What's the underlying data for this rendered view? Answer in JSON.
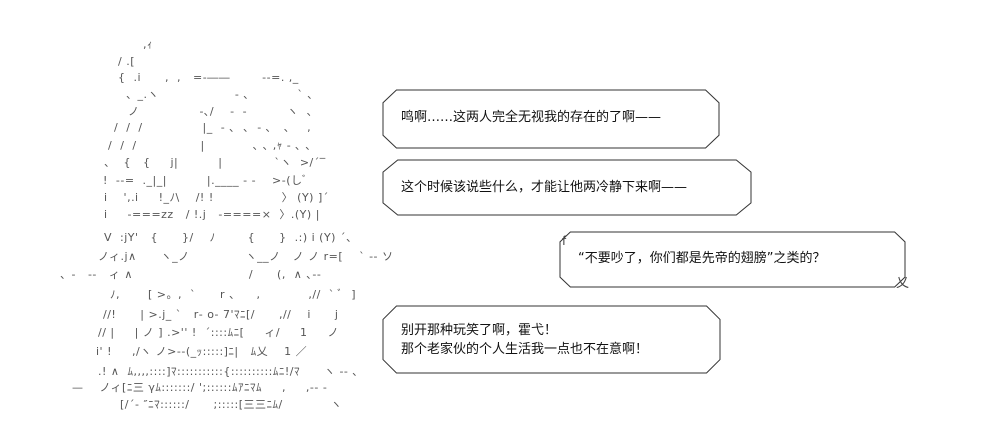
{
  "ascii_art_lines": [
    ",ｨ",
    "/ .[",
    "{  .i      ,  ,   =-――        --=. ,_",
    "、_.ヽ                   ‐ ､            ` ､",
    "ノ               ‐､/    ‐  ‐          ヽ  、",
    "/  /  /               |_  ‐ ､  ､  ‐ ､   、   ,",
    "/  /  /                |            ､ ､ ,ｬ ‐ ､ 、",
    "、  {   {     j|          |             `ヽ  >/´‾",
    "!  ‐‐=  ._|_|          |.____ ‐ ‐    >‐(しﾞ",
    "i    ',.i     !_ﾉ\\    /! !                 〉 (Y) ]´",
    "i     ‐===zz   / !.j   ‐====×  〉.(Y) |",
    "V  :jY'   {      }/    ﾉ        {      }  .:) i (Y) ´、",
    "ノィ.j∧      ヽ_ノ              ヽ__ノ   ノ ノ r=[    ` ‐‐ ソ",
    "、‐   ‐‐   ィ ∧                             /      (,  ∧ ､‐‐",
    "ﾉ,       [ >。,  `      r 、    ,            ,//  ` ﾞ  ]",
    "//!      | >.j_ `   r‐ o‐ 7'ﾏﾆ[/      ,//    i      j",
    "// |     | ノ ] .>'' !  ´::::ﾑﾆ[     ィ/     1     ノ",
    "i' !     ,/ヽ ノ>-‐(_ｯ:::::]ﾆ|   ﾑ乂    1 ／",
    ".! ∧  ﾑ,,,,::::]ﾏ:::::::::::{::::::::::ﾑﾆ!/ﾏ      ヽ ‐‐ ､",
    "—    ノィ[ﾆ三 γﾑ:::::::/ ';::::::ﾑｱﾆﾏﾑ     ,     ,‐‐ ‐",
    "[/´‐ ″ﾆﾏ::::::/      ;:::::[三三ﾆﾑ/            ヽ"
  ],
  "bubbles": [
    {
      "lines": [
        "鸣啊……这两人完全无视我的存在的了啊——"
      ]
    },
    {
      "lines": [
        "这个时候该说些什么，才能让他两冷静下来啊——"
      ]
    },
    {
      "lines": [
        "“不要吵了，你们都是先帝的翅膀”之类的？"
      ],
      "decor_left": "f",
      "decor_right": "乂"
    },
    {
      "lines": [
        "别开那种玩笑了啊，霍弋！",
        "那个老家伙的个人生活我一点也不在意啊！"
      ]
    }
  ]
}
